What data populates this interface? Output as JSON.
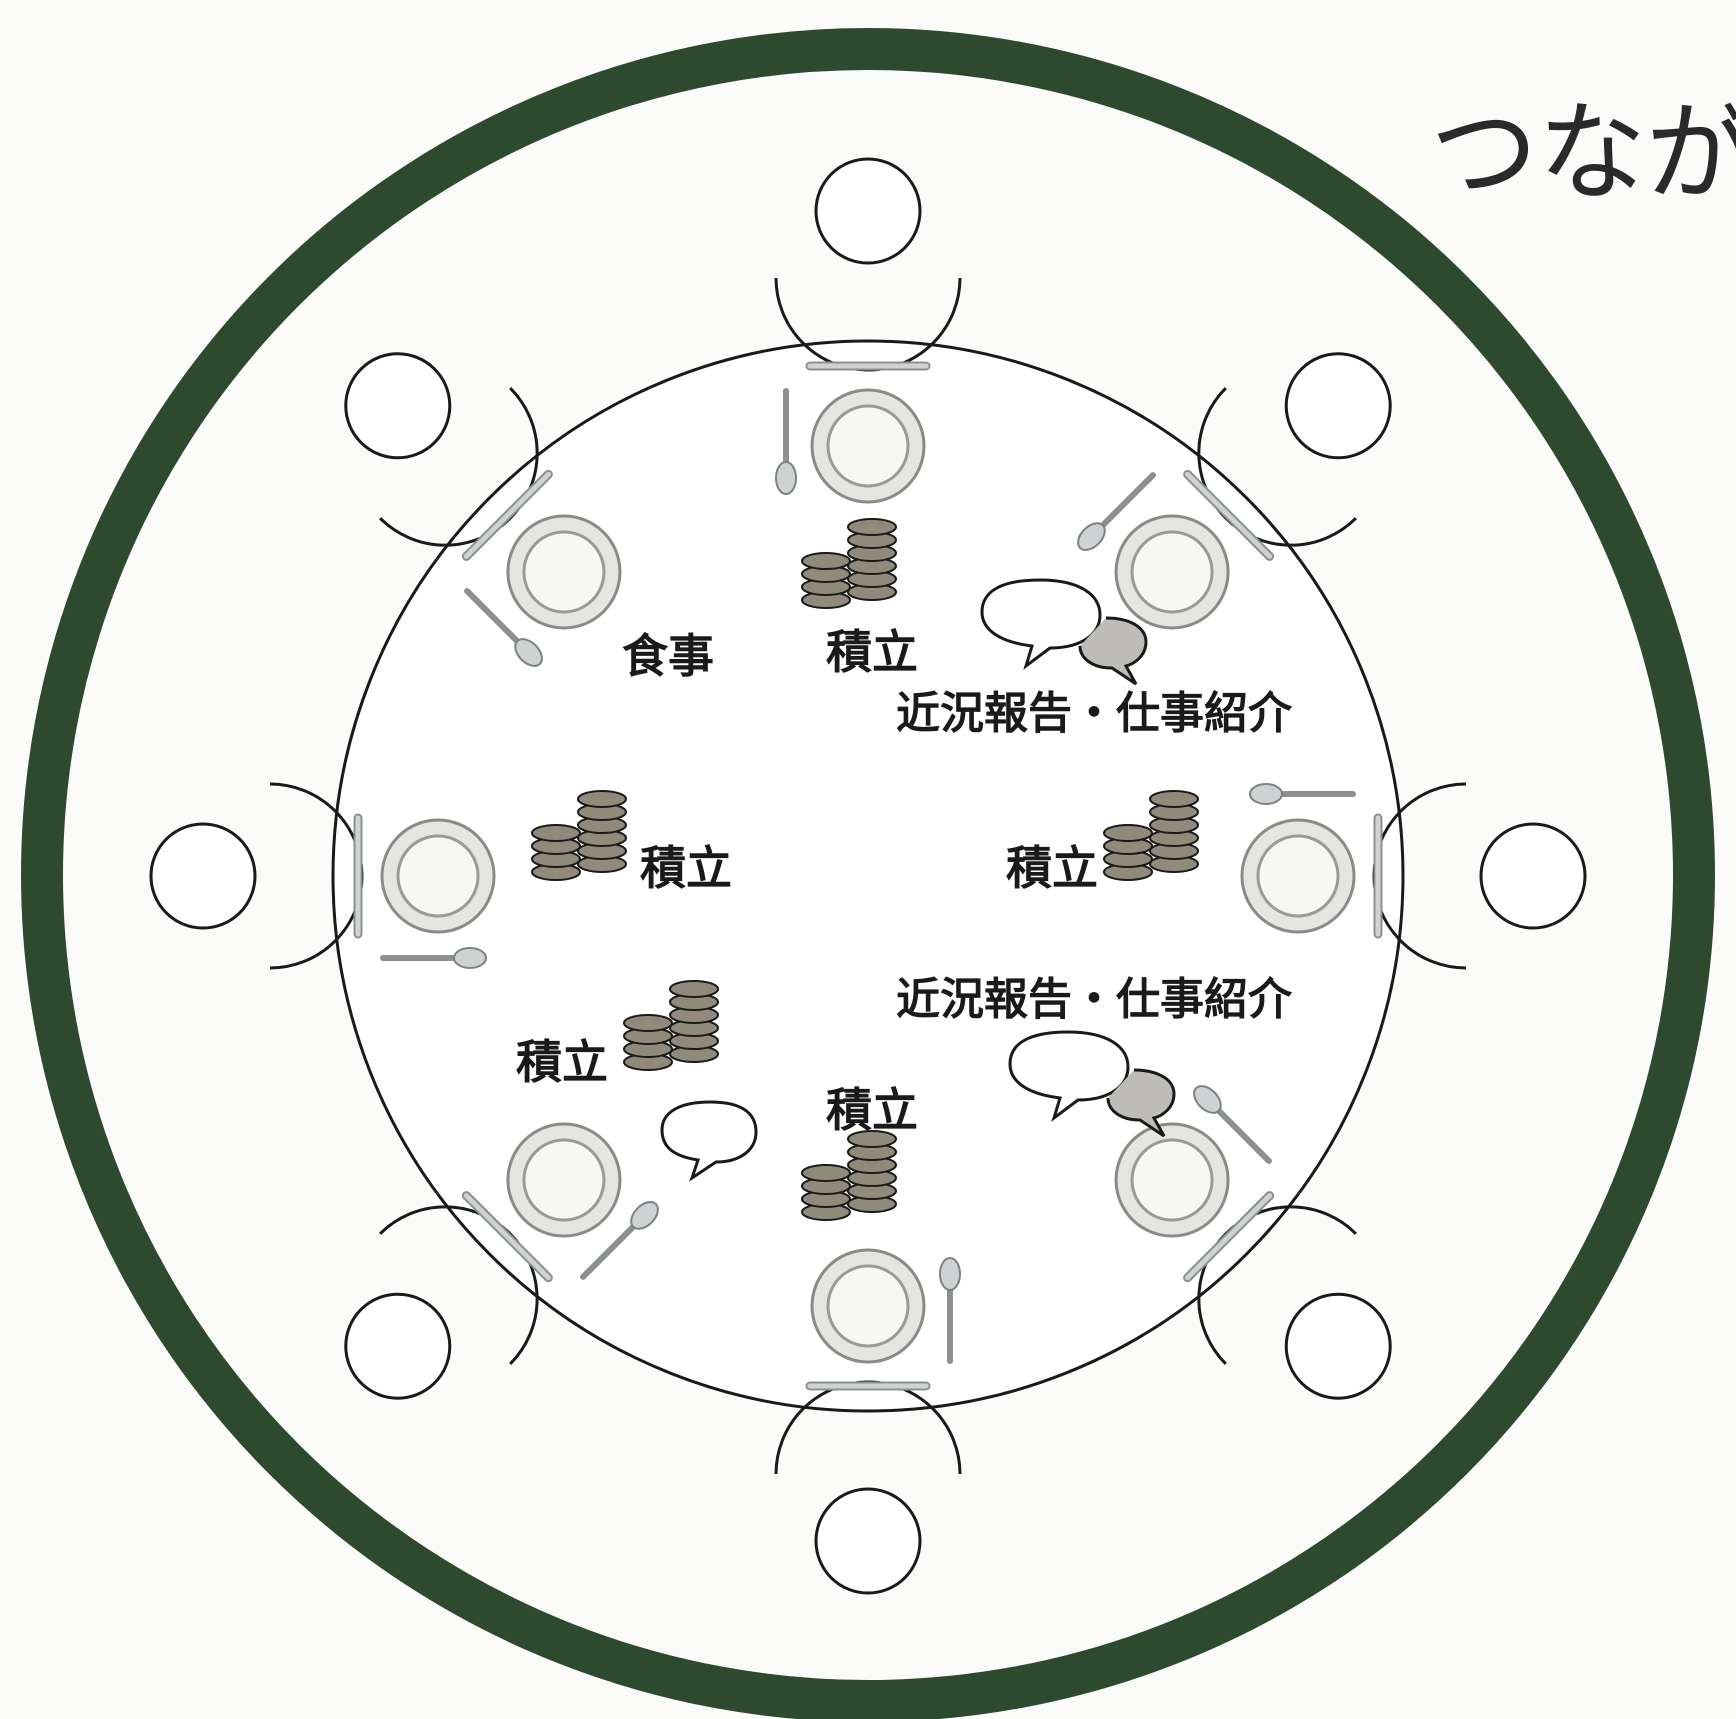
{
  "title": "つなが",
  "colors": {
    "ring": "#2e4a2e",
    "line": "#1a1a1a",
    "coin_fill": "#8f8a7a",
    "plate": "#e6e5e1",
    "cutlery": "#cfd2d2"
  },
  "labels": {
    "meal": "食事",
    "savings_top": "積立",
    "savings_left": "積立",
    "savings_right": "積立",
    "savings_lower_left": "積立",
    "savings_bottom": "積立",
    "report_upper": "近況報告・仕事紹介",
    "report_lower": "近況報告・仕事紹介"
  },
  "icons": [
    "person-icon",
    "plate-icon",
    "spoon-icon",
    "knife-icon",
    "coin-stack-icon",
    "speech-bubble-icon"
  ]
}
